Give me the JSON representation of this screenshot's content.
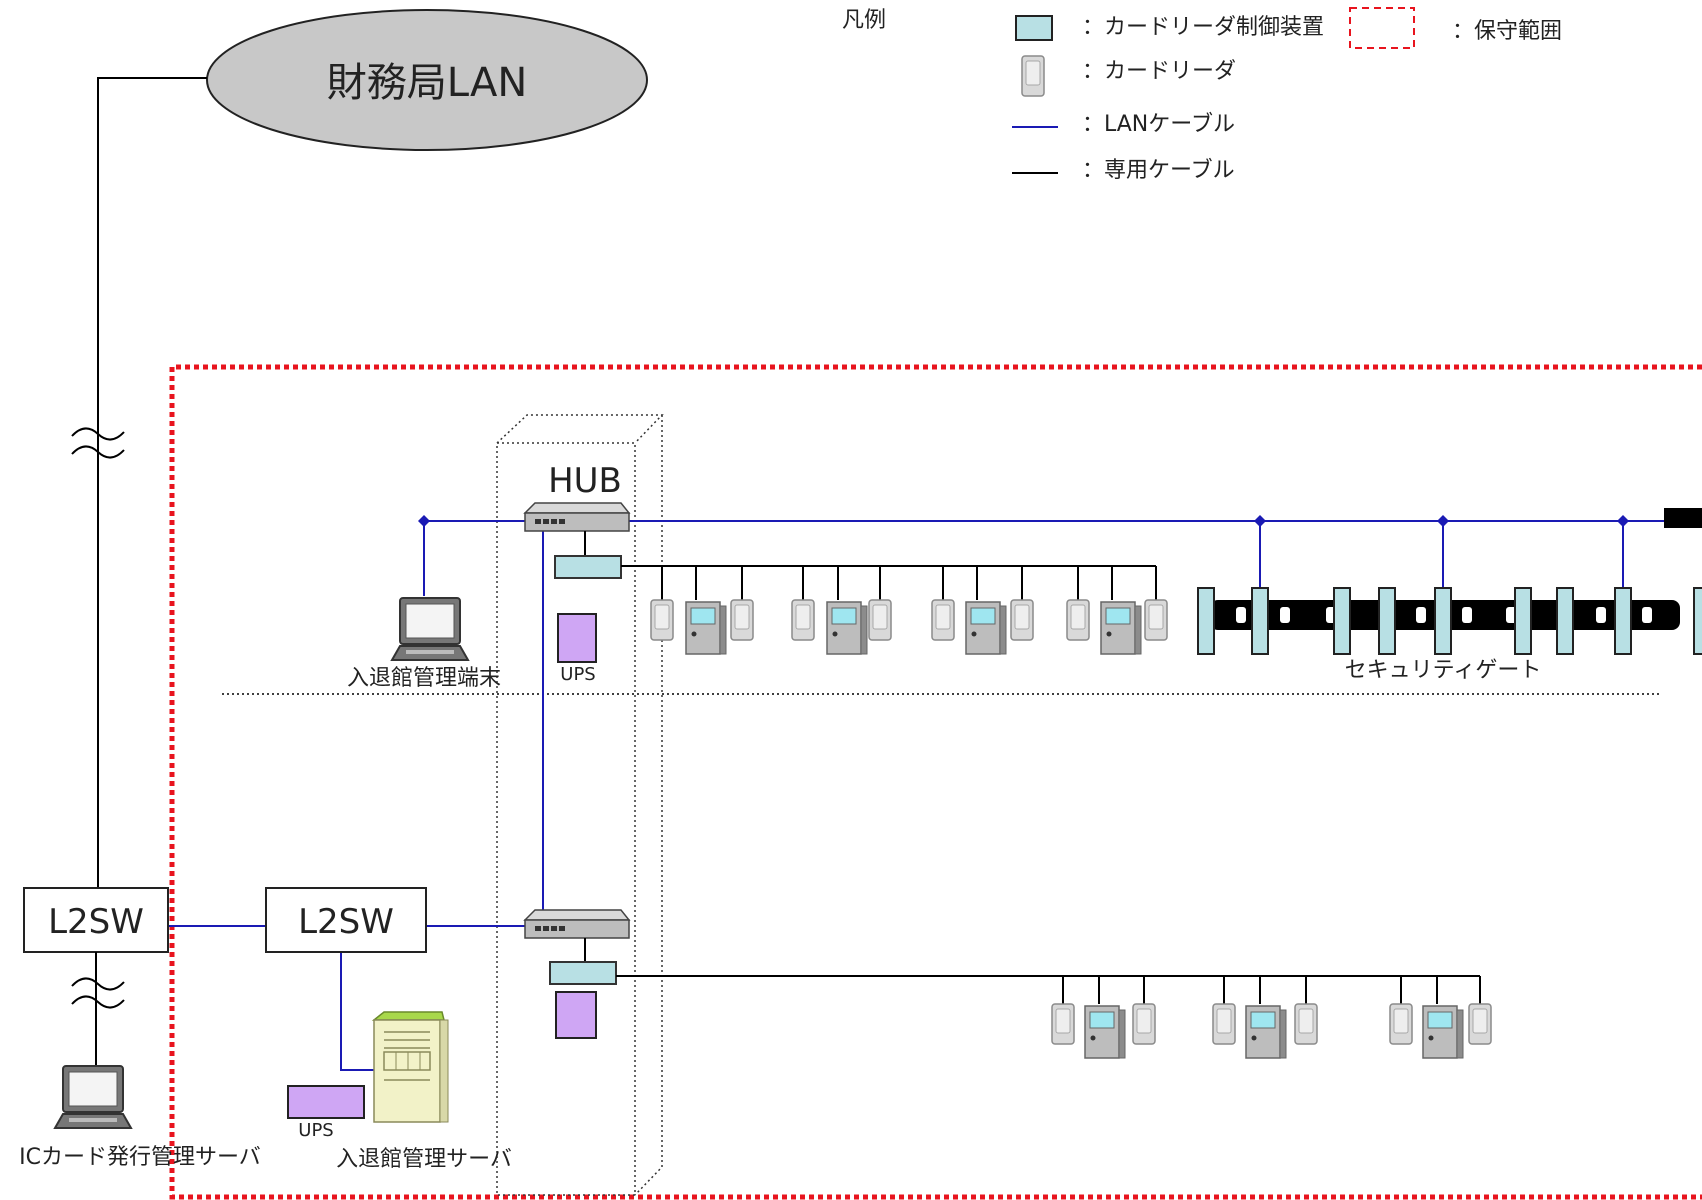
{
  "network": {
    "lan_name": "財務局LAN",
    "l2sw_left": "L2SW",
    "l2sw_right": "L2SW",
    "hub_label": "HUB",
    "ups_upper": "UPS",
    "ups_lower": "UPS",
    "terminal_label": "入退館管理端末",
    "server_label": "入退館管理サーバ",
    "ic_server_label": "ICカード発行管理サーバ",
    "security_gate_label": "セキュリティゲート"
  },
  "legend": {
    "title": "凡例",
    "controller": "：カードリーダ制御装置",
    "card_reader": "：カードリーダ",
    "lan_cable": "：LANケーブル",
    "dedicated_cable": "：専用ケーブル",
    "maintenance_scope": "：保守範囲"
  },
  "colors": {
    "lan_cable": "#1a1ab4",
    "dedicated_cable": "#000000",
    "maintenance_scope": "#e8141e",
    "controller_fill": "#b8e0e4",
    "ups_fill": "#cfa6f4",
    "lan_ellipse_fill": "#c8c8c8"
  }
}
